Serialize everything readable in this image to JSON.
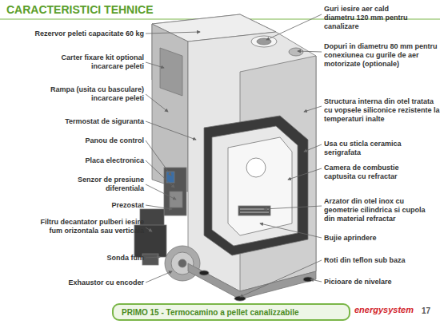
{
  "diagram": {
    "title": "CARACTERISTICI TEHNICE",
    "nodes": [
      {
        "text": [
          "PRIMO 15 - Termocamino a pellet canalizzabile"
        ]
      }
    ],
    "labels": [
      "Rezervor peleti capacitate 60 kg",
      "Carter fixare kit optional incarcare peleti",
      "Rampa (usita cu basculare) incarcare peleti",
      "Termostat de siguranta",
      "Panou de control",
      "Placa electronica",
      "Senzor de presiune diferentiala",
      "Prezostat",
      "Filtru decantator pulberi iesire fum orizontala sau verticala",
      "Sonda fum",
      "Exhaustor cu encoder",
      "Guri iesire aer cald diametru 120 mm pentru canalizare",
      "Dopuri in diametru 80 mm pentru conexiunea cu gurile de aer motorizate (optionale)",
      "Structura interna din otel tratata cu vopsele siliconice rezistente la temperaturi inalte",
      "Usa cu sticla ceramica serigrafata",
      "Camera de combustie captusita cu refractar",
      "Arzator din otel inox cu geometrie cilindrica si cupola din material refractar",
      "Bujie aprindere",
      "Roti din teflon sub baza",
      "Picioare de nivelare",
      "energysystem",
      "17"
    ]
  }
}
